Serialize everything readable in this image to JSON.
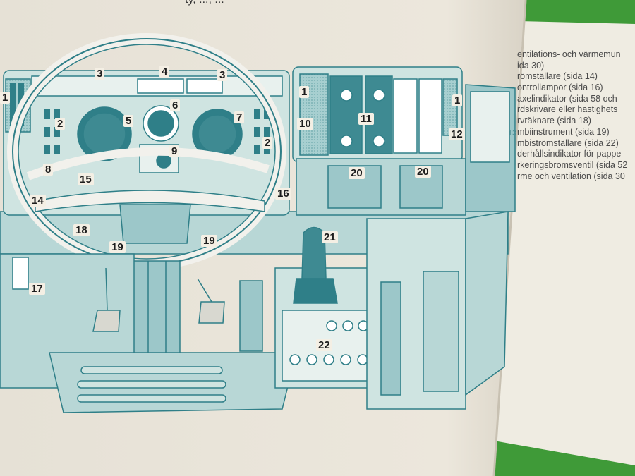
{
  "header_fragment": "ty, ..., ...",
  "callouts": {
    "c1a": "1",
    "c1b": "1",
    "c1c": "1",
    "c2a": "2",
    "c2b": "2",
    "c3a": "3",
    "c3b": "3",
    "c4": "4",
    "c5": "5",
    "c6": "6",
    "c7": "7",
    "c8": "8",
    "c9": "9",
    "c10": "10",
    "c11": "11",
    "c12": "12",
    "c13": "13",
    "c14": "14",
    "c15": "15",
    "c16": "16",
    "c17": "17",
    "c18": "18",
    "c19a": "19",
    "c19b": "19",
    "c20a": "20",
    "c20b": "20",
    "c21": "21",
    "c22": "22"
  },
  "legend": [
    "entilations- och värmemun",
    "ida 30)",
    "römställare (sida 14)",
    "ontrollampor (sida 16)",
    "axelindikator (sida 58 och",
    "rdskrivare eller hastighets",
    "rvräknare (sida 18)",
    "mbiinstrument (sida 19)",
    "mbiströmställare (sida 22)",
    "derhållsindikator för pappe",
    "rkeringsbromsventil (sida 52",
    "rme och ventilation (sida 30"
  ],
  "colors": {
    "page": "#e9e4da",
    "page_right": "#efece2",
    "background_green": "#3f9a38",
    "teal_ink": "#3e8a92",
    "teal_light": "#9cc7c9",
    "teal_pale": "#cfe2df"
  }
}
